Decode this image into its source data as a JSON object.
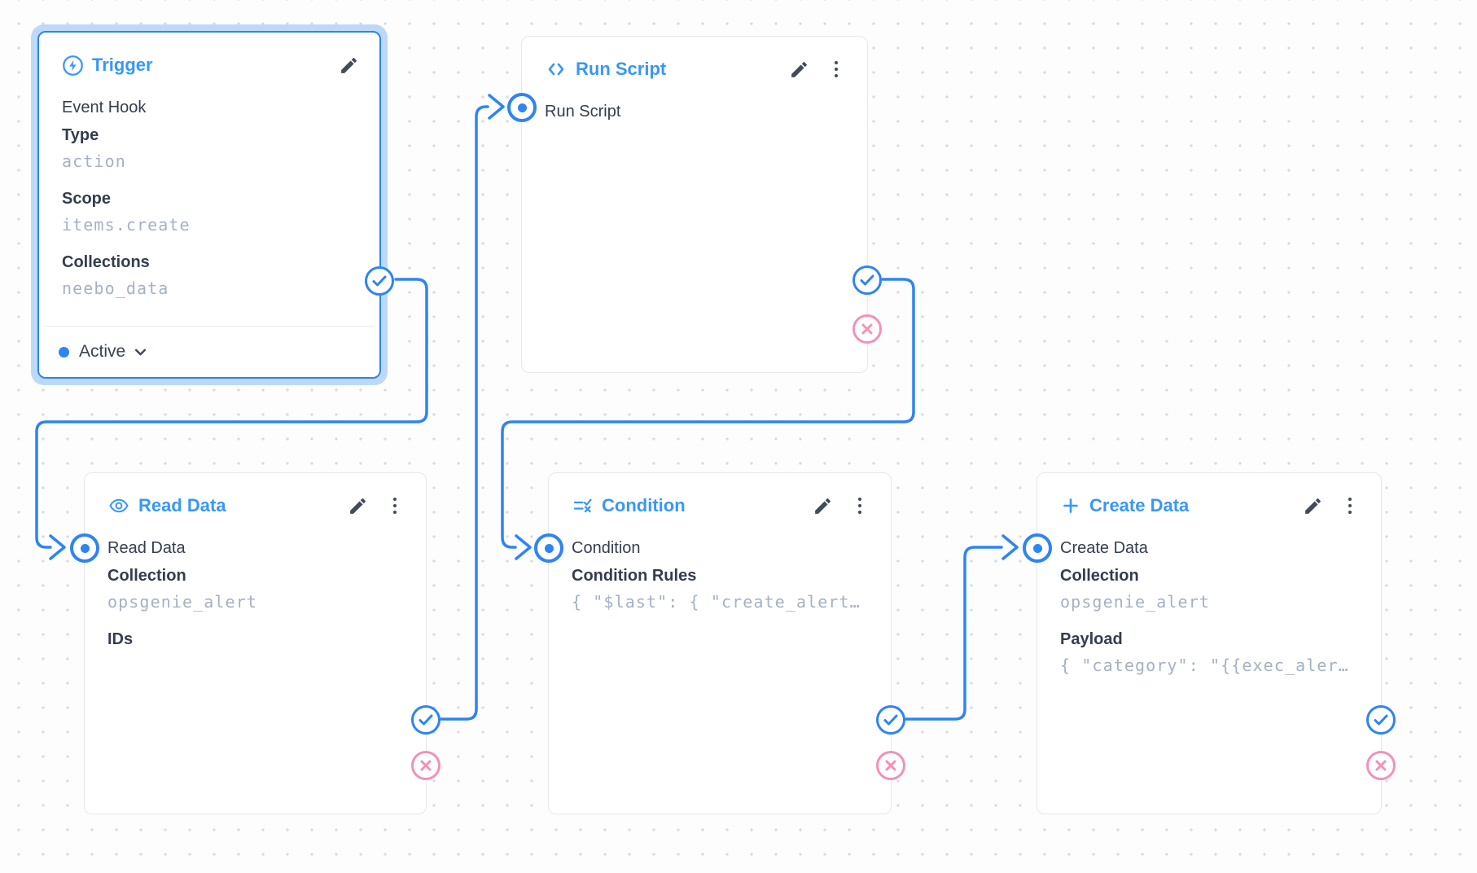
{
  "colors": {
    "accent_blue": "#2e84f2",
    "title_blue": "#3897f8",
    "reject_pink": "#f291ba",
    "node_border": "#e5e8ec",
    "text_dark": "#333d4b",
    "text_muted": "#a4b1c5",
    "selected_halo": "#bdd9f9",
    "canvas_dot": "#d8dbe0"
  },
  "nodes": {
    "trigger": {
      "title": "Trigger",
      "icon": "bolt-icon",
      "name": "Event Hook",
      "fields": [
        {
          "label": "Type",
          "value": "action"
        },
        {
          "label": "Scope",
          "value": "items.create"
        },
        {
          "label": "Collections",
          "value": "neebo_data"
        }
      ],
      "status": "Active"
    },
    "run_script": {
      "title": "Run Script",
      "icon": "code-icon",
      "name": "Run Script"
    },
    "read_data": {
      "title": "Read Data",
      "icon": "eye-icon",
      "name": "Read Data",
      "fields": [
        {
          "label": "Collection",
          "value": "opsgenie_alert"
        },
        {
          "label": "IDs",
          "value": ""
        }
      ]
    },
    "condition": {
      "title": "Condition",
      "icon": "rule-icon",
      "name": "Condition",
      "fields": [
        {
          "label": "Condition Rules",
          "value": "{ \"$last\": { \"create_alert…"
        }
      ]
    },
    "create_data": {
      "title": "Create Data",
      "icon": "plus-icon",
      "name": "Create Data",
      "fields": [
        {
          "label": "Collection",
          "value": "opsgenie_alert"
        },
        {
          "label": "Payload",
          "value": "{ \"category\": \"{{exec_aler…"
        }
      ]
    }
  }
}
